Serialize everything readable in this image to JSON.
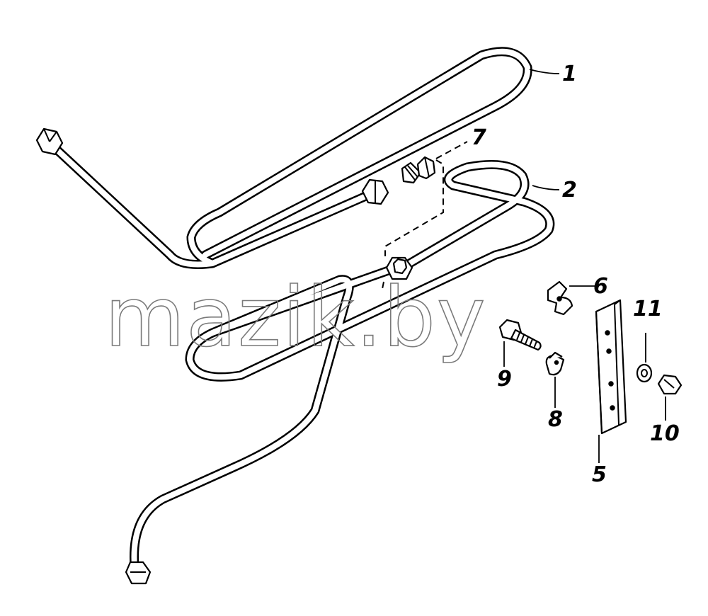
{
  "watermark": "mazik.by",
  "callouts": {
    "c1": "1",
    "c2": "2",
    "c5": "5",
    "c6": "6",
    "c7": "7",
    "c8": "8",
    "c9": "9",
    "c10": "10",
    "c11": "11"
  },
  "colors": {
    "line": "#000000",
    "background": "#ffffff",
    "watermark": "#7a7a7a"
  }
}
